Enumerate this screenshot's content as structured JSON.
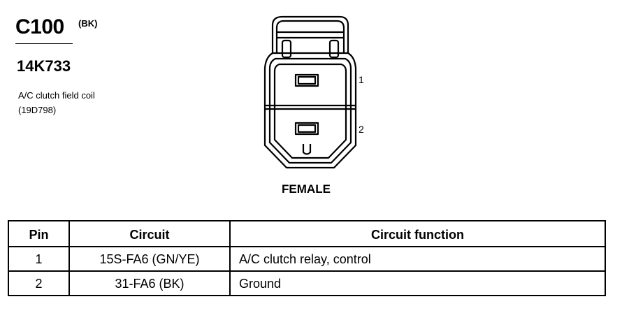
{
  "connector": {
    "id": "C100",
    "color_code": "(BK)",
    "part_number": "14K733",
    "description": "A/C clutch field coil",
    "component_part": "(19D798)",
    "gender": "FEMALE",
    "pin_labels": [
      "1",
      "2"
    ]
  },
  "table": {
    "headers": {
      "pin": "Pin",
      "circuit": "Circuit",
      "function": "Circuit function"
    },
    "rows": [
      {
        "pin": "1",
        "circuit": "15S-FA6 (GN/YE)",
        "function": "A/C clutch relay, control"
      },
      {
        "pin": "2",
        "circuit": "31-FA6 (BK)",
        "function": "Ground"
      }
    ]
  }
}
